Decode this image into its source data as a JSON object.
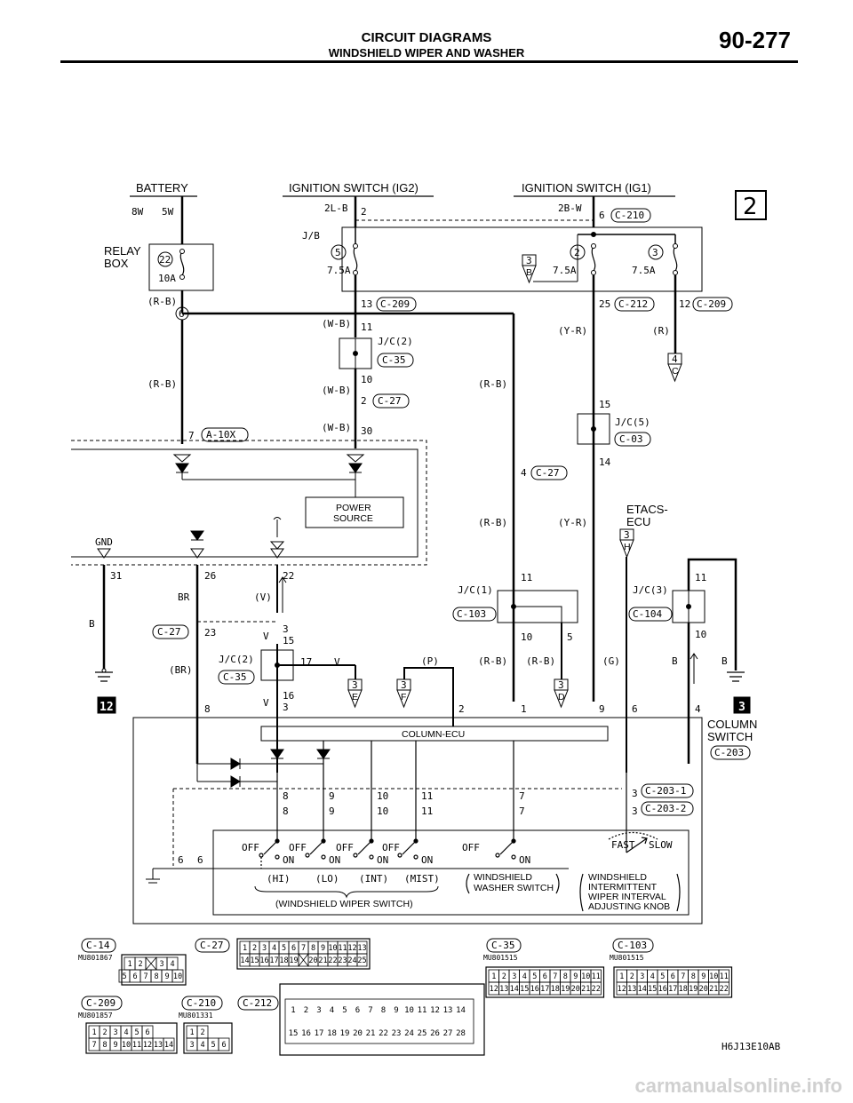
{
  "header": {
    "title": "CIRCUIT DIAGRAMS",
    "subtitle": "WINDSHIELD WIPER AND WASHER",
    "page_number": "90-277"
  },
  "top_labels": {
    "battery": "BATTERY",
    "ig2": "IGNITION SWITCH (IG2)",
    "ig1": "IGNITION SWITCH (IG1)",
    "relay_box_1": "RELAY",
    "relay_box_2": "BOX",
    "jb": "J/B",
    "etacs_1": "ETACS-",
    "etacs_2": "ECU",
    "gnd": "GND",
    "power_source_1": "POWER",
    "power_source_2": "SOURCE",
    "column_ecu": "COLUMN-ECU",
    "column_switch_1": "COLUMN",
    "column_switch_2": "SWITCH"
  },
  "page_marker": "2",
  "ground_markers": {
    "left": "12",
    "right": "3"
  },
  "fuses": {
    "f22_num": "22",
    "f22_rating": "10A",
    "f5_num": "5",
    "f5_rating": "7.5A",
    "f2_num": "2",
    "f2_rating": "7.5A",
    "f3_num": "3",
    "f3_rating": "7.5A"
  },
  "wires": {
    "w8w": "8W",
    "w5w": "5W",
    "w2lb": "2L-B",
    "w2bw": "2B-W",
    "rb_1": "(R-B)",
    "rb_2": "(R-B)",
    "rb_3": "(R-B)",
    "rb_4": "(R-B)",
    "rb_5": "(R-B)",
    "rb_6": "(R-B)",
    "wb_1": "(W-B)",
    "wb_2": "(W-B)",
    "wb_3": "(W-B)",
    "yr_1": "(Y-R)",
    "yr_2": "(Y-R)",
    "r": "(R)",
    "v_paren": "(V)",
    "br": "BR",
    "br_paren": "(BR)",
    "b_left": "B",
    "v_1": "V",
    "v_2": "V",
    "v_3": "V",
    "p": "(P)",
    "g": "(G)",
    "b_1": "B",
    "b_2": "B"
  },
  "pins": {
    "p2": "2",
    "p6": "6",
    "p13": "13",
    "p25": "25",
    "p12": "12",
    "p11a": "11",
    "p10a": "10",
    "p2b": "2",
    "p30": "30",
    "p7": "7",
    "p15a": "15",
    "p14": "14",
    "p4a": "4",
    "p31": "31",
    "p26": "26",
    "p22": "22",
    "p11b": "11",
    "p10b": "10",
    "p5": "5",
    "p11c": "11",
    "p10c": "10",
    "p23": "23",
    "p3a": "3",
    "p15b": "15",
    "p17": "17",
    "p16": "16",
    "p3b": "3",
    "p8": "8",
    "p2c": "2",
    "p1": "1",
    "p9": "9",
    "p6b": "6",
    "p4b": "4",
    "s8a": "8",
    "s9a": "9",
    "s10a": "10",
    "s11a": "11",
    "s7a": "7",
    "s3a": "3",
    "s8b": "8",
    "s9b": "9",
    "s10b": "10",
    "s11b": "11",
    "s7b": "7",
    "s3b": "3",
    "s6a": "6",
    "s6b": "6",
    "n6": "6"
  },
  "connectors": {
    "c210": "C-210",
    "c209a": "C-209",
    "c212": "C-212",
    "c209b": "C-209",
    "jc2": "J/C(2)",
    "c35a": "C-35",
    "c27a": "C-27",
    "a10x": "A-10X",
    "jc5": "J/C(5)",
    "c03": "C-03",
    "c27b": "C-27",
    "jc1": "J/C(1)",
    "c103": "C-103",
    "jc3": "J/C(3)",
    "c104": "C-104",
    "c27c": "C-27",
    "jc2b": "J/C(2)",
    "c35b": "C-35",
    "c2031": "C-203-1",
    "c2032": "C-203-2",
    "c203": "C-203"
  },
  "ref_markers": {
    "b_num": "3",
    "b_let": "B",
    "c_num": "4",
    "c_let": "C",
    "h_num": "3",
    "h_let": "H",
    "e_num": "3",
    "e_let": "E",
    "f_num": "3",
    "f_let": "F",
    "d_num": "3",
    "d_let": "D"
  },
  "switch": {
    "off": "OFF",
    "on": "ON",
    "hi": "(HI)",
    "lo": "(LO)",
    "int": "(INT)",
    "mist": "(MIST)",
    "wiper_switch": "(WINDSHIELD WIPER SWITCH)",
    "washer_1": "WINDSHIELD",
    "washer_2": "WASHER SWITCH",
    "intermittent_1": "WINDSHIELD",
    "intermittent_2": "INTERMITTENT",
    "intermittent_3": "WIPER INTERVAL",
    "intermittent_4": "ADJUSTING KNOB",
    "fast": "FAST",
    "slow": "SLOW"
  },
  "connector_views": {
    "c14": {
      "name": "C-14",
      "part": "MU801867",
      "pins": [
        "1",
        "2",
        "3",
        "4",
        "5",
        "6",
        "7",
        "8",
        "9",
        "10"
      ]
    },
    "c27": {
      "name": "C-27",
      "row1": [
        "1",
        "2",
        "3",
        "4",
        "5",
        "6",
        "7",
        "8",
        "9",
        "10",
        "11",
        "12",
        "13"
      ],
      "row2": [
        "14",
        "15",
        "16",
        "17",
        "18",
        "19",
        "",
        "20",
        "21",
        "22",
        "23",
        "24",
        "25"
      ]
    },
    "c35": {
      "name": "C-35",
      "part": "MU801515",
      "row1": [
        "1",
        "2",
        "3",
        "4",
        "5",
        "6",
        "7",
        "8",
        "9",
        "10",
        "11"
      ],
      "row2": [
        "12",
        "13",
        "14",
        "15",
        "16",
        "17",
        "18",
        "19",
        "20",
        "21",
        "22"
      ]
    },
    "c103": {
      "name": "C-103",
      "part": "MU801515",
      "row1": [
        "1",
        "2",
        "3",
        "4",
        "5",
        "6",
        "7",
        "8",
        "9",
        "10",
        "11"
      ],
      "row2": [
        "12",
        "13",
        "14",
        "15",
        "16",
        "17",
        "18",
        "19",
        "20",
        "21",
        "22"
      ]
    },
    "c209": {
      "name": "C-209",
      "part": "MU801857",
      "row1": [
        "1",
        "2",
        "3",
        "4",
        "5",
        "6"
      ],
      "row2": [
        "7",
        "8",
        "9",
        "10",
        "11",
        "12",
        "13",
        "14"
      ]
    },
    "c210": {
      "name": "C-210",
      "part": "MU801331",
      "row1": [
        "1",
        "2"
      ],
      "row2": [
        "3",
        "4",
        "5",
        "6"
      ]
    },
    "c212": {
      "name": "C-212",
      "row1": [
        "1",
        "2",
        "3",
        "4",
        "5",
        "6",
        "7",
        "8",
        "9",
        "10",
        "11",
        "12",
        "13",
        "14"
      ],
      "row2": [
        "15",
        "16",
        "17",
        "18",
        "19",
        "20",
        "21",
        "22",
        "23",
        "24",
        "25",
        "26",
        "27",
        "28"
      ]
    }
  },
  "figure_code": "H6J13E10AB",
  "watermark": "carmanualsonline.info"
}
